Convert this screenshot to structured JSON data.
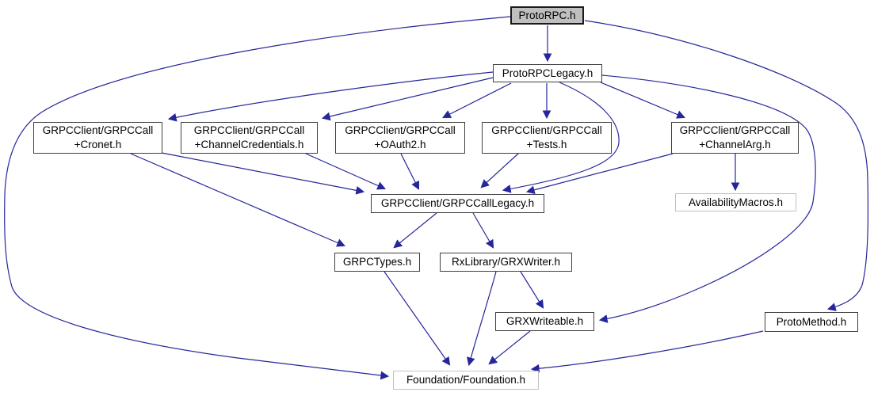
{
  "graph": {
    "root": "ProtoRPC.h"
  },
  "colors": {
    "edge": "#26269b",
    "node_border": "#404040",
    "node_fill": "#ffffff",
    "main_node_fill": "#bfbfbf",
    "external_border": "#c2c2c2",
    "text": "#000000",
    "background": "#ffffff"
  },
  "nodes": {
    "proto_rpc": {
      "label": "ProtoRPC.h"
    },
    "proto_rpc_legacy": {
      "label": "ProtoRPCLegacy.h"
    },
    "cronet": {
      "label": "GRPCClient/GRPCCall\n+Cronet.h"
    },
    "channel_credentials": {
      "label": "GRPCClient/GRPCCall\n+ChannelCredentials.h"
    },
    "oauth2": {
      "label": "GRPCClient/GRPCCall\n+OAuth2.h"
    },
    "tests": {
      "label": "GRPCClient/GRPCCall\n+Tests.h"
    },
    "channel_arg": {
      "label": "GRPCClient/GRPCCall\n+ChannelArg.h"
    },
    "call_legacy": {
      "label": "GRPCClient/GRPCCallLegacy.h"
    },
    "availability_macros": {
      "label": "AvailabilityMacros.h"
    },
    "grpc_types": {
      "label": "GRPCTypes.h"
    },
    "grx_writer": {
      "label": "RxLibrary/GRXWriter.h"
    },
    "grx_writeable": {
      "label": "GRXWriteable.h"
    },
    "proto_method": {
      "label": "ProtoMethod.h"
    },
    "foundation": {
      "label": "Foundation/Foundation.h"
    }
  },
  "edges": [
    {
      "from": "ProtoRPC.h",
      "to": "ProtoRPCLegacy.h"
    },
    {
      "from": "ProtoRPC.h",
      "to": "Foundation/Foundation.h"
    },
    {
      "from": "ProtoRPC.h",
      "to": "ProtoMethod.h"
    },
    {
      "from": "ProtoRPCLegacy.h",
      "to": "GRPCClient/GRPCCall+Cronet.h"
    },
    {
      "from": "ProtoRPCLegacy.h",
      "to": "GRPCClient/GRPCCall+ChannelCredentials.h"
    },
    {
      "from": "ProtoRPCLegacy.h",
      "to": "GRPCClient/GRPCCall+OAuth2.h"
    },
    {
      "from": "ProtoRPCLegacy.h",
      "to": "GRPCClient/GRPCCall+Tests.h"
    },
    {
      "from": "ProtoRPCLegacy.h",
      "to": "GRPCClient/GRPCCall+ChannelArg.h"
    },
    {
      "from": "ProtoRPCLegacy.h",
      "to": "GRPCClient/GRPCCallLegacy.h"
    },
    {
      "from": "ProtoRPCLegacy.h",
      "to": "GRXWriteable.h"
    },
    {
      "from": "GRPCClient/GRPCCall+Cronet.h",
      "to": "GRPCClient/GRPCCallLegacy.h"
    },
    {
      "from": "GRPCClient/GRPCCall+Cronet.h",
      "to": "GRPCTypes.h"
    },
    {
      "from": "GRPCClient/GRPCCall+ChannelCredentials.h",
      "to": "GRPCClient/GRPCCallLegacy.h"
    },
    {
      "from": "GRPCClient/GRPCCall+OAuth2.h",
      "to": "GRPCClient/GRPCCallLegacy.h"
    },
    {
      "from": "GRPCClient/GRPCCall+Tests.h",
      "to": "GRPCClient/GRPCCallLegacy.h"
    },
    {
      "from": "GRPCClient/GRPCCall+ChannelArg.h",
      "to": "GRPCClient/GRPCCallLegacy.h"
    },
    {
      "from": "GRPCClient/GRPCCall+ChannelArg.h",
      "to": "AvailabilityMacros.h"
    },
    {
      "from": "GRPCClient/GRPCCallLegacy.h",
      "to": "GRPCTypes.h"
    },
    {
      "from": "GRPCClient/GRPCCallLegacy.h",
      "to": "RxLibrary/GRXWriter.h"
    },
    {
      "from": "GRPCTypes.h",
      "to": "Foundation/Foundation.h"
    },
    {
      "from": "RxLibrary/GRXWriter.h",
      "to": "GRXWriteable.h"
    },
    {
      "from": "RxLibrary/GRXWriter.h",
      "to": "Foundation/Foundation.h"
    },
    {
      "from": "GRXWriteable.h",
      "to": "Foundation/Foundation.h"
    },
    {
      "from": "ProtoMethod.h",
      "to": "Foundation/Foundation.h"
    }
  ]
}
